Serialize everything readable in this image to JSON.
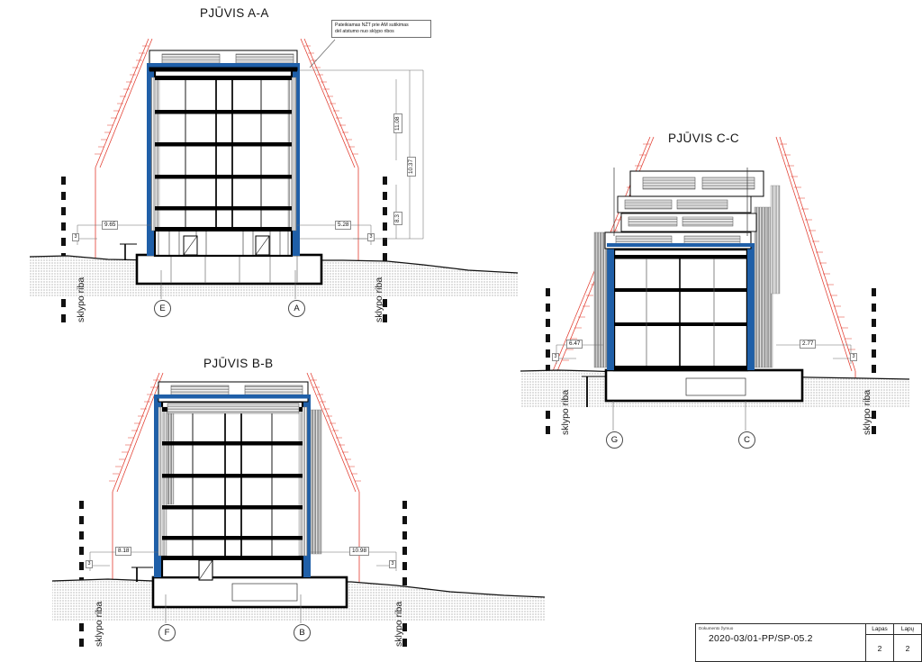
{
  "drawing": {
    "type": "architectural-sections",
    "sheet_code": "2020-03/01-PP/SP-05.2",
    "boundary_label": "sklypo riba",
    "note": {
      "line1": "Pateikiamas NŽT prie AM sutikimas",
      "line2": "dėl atstumo nuo sklypo ribos"
    }
  },
  "sections": {
    "aa": {
      "title": "PJŪVIS A-A",
      "grid_left": "E",
      "grid_right": "A",
      "dim_left": "9.65",
      "dim_right": "5.28",
      "dim_small_left": "3",
      "dim_small_right": "3",
      "vdim_top": "11.08",
      "vdim_mid": "10.37",
      "vdim_low": "8.3",
      "boundary_left": "sklypo riba",
      "boundary_right": "sklypo riba",
      "floors_above": 5,
      "has_basement": true
    },
    "bb": {
      "title": "PJŪVIS B-B",
      "grid_left": "F",
      "grid_right": "B",
      "dim_left": "8.18",
      "dim_right": "10.98",
      "dim_small_left": "3",
      "dim_small_right": "3",
      "boundary_left": "sklypo riba",
      "boundary_right": "sklypo riba",
      "floors_above": 5,
      "has_basement": true
    },
    "cc": {
      "title": "PJŪVIS C-C",
      "grid_left": "G",
      "grid_right": "C",
      "dim_left": "6.47",
      "dim_right": "2.77",
      "dim_small_left": "3",
      "dim_small_right": "3",
      "boundary_left": "sklypo riba",
      "boundary_right": "sklypo riba",
      "floors_above": 4,
      "has_basement": true
    }
  },
  "title_block": {
    "caption": "Dokumento žymuo",
    "code": "2020-03/01-PP/SP-05.2",
    "col1_header": "Lapas",
    "col1_value": "2",
    "col2_header": "Lapų",
    "col2_value": "2"
  },
  "colors": {
    "outline": "#000000",
    "facade_blue": "#1f5fa8",
    "boundary_red": "#e23b2e",
    "ground_hatch": "#9a9a9a",
    "thin_gray": "#6e6e6e"
  }
}
